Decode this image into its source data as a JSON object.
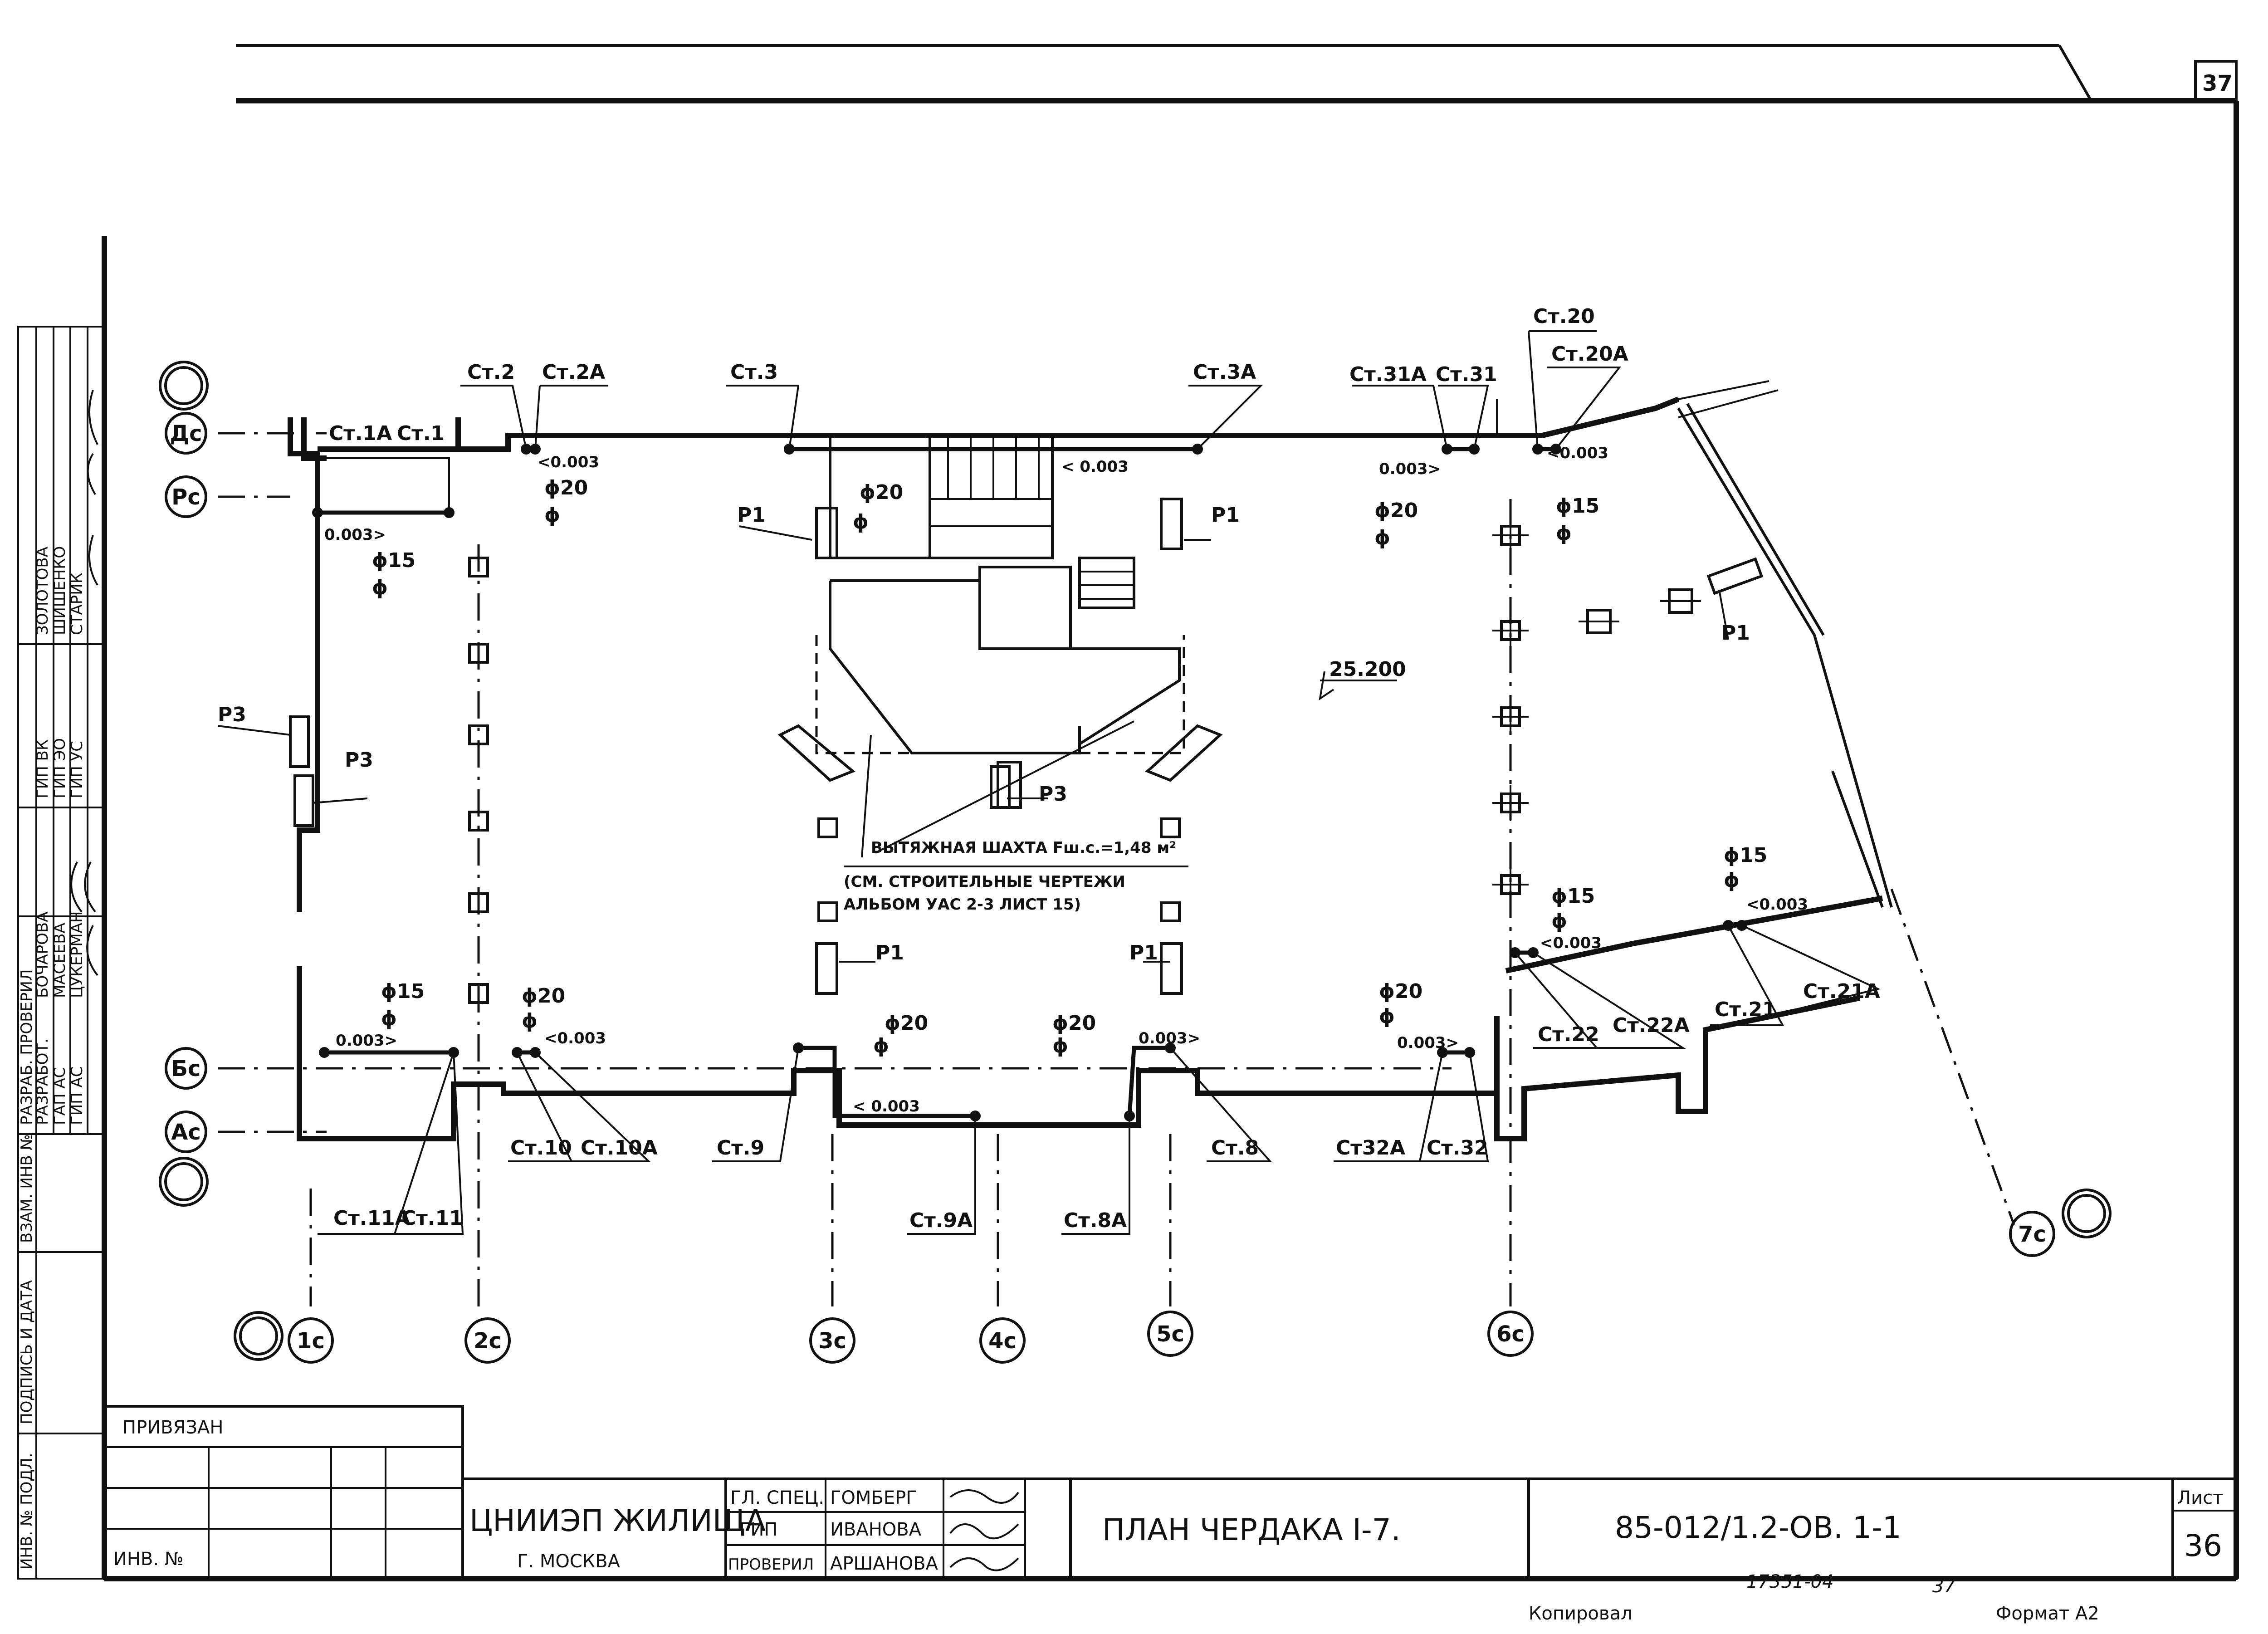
{
  "sheet": {
    "top_number": "37",
    "sheet_label": "Лист",
    "sheet_number": "36"
  },
  "axes": {
    "letters": [
      "Дс",
      "Рс",
      "Бс",
      "Ас"
    ],
    "numbers": [
      "1с",
      "2с",
      "3с",
      "4с",
      "5с",
      "6с",
      "7с"
    ]
  },
  "risers": {
    "st1a": "Ст.1А",
    "st1": "Ст.1",
    "st2": "Ст.2",
    "st2a": "Ст.2А",
    "st3": "Ст.3",
    "st3a": "Ст.3А",
    "st31a": "Ст.31А",
    "st31": "Ст.31",
    "st20": "Ст.20",
    "st20a": "Ст.20А",
    "st11a": "Ст.11А",
    "st11": "Ст.11",
    "st10": "Ст.10",
    "st10a": "Ст.10А",
    "st9": "Ст.9",
    "st9a": "Ст.9А",
    "st8a": "Ст.8А",
    "st8": "Ст.8",
    "st32a": "Ст32А",
    "st32": "Ст.32",
    "st22": "Ст.22",
    "st22a": "Ст.22А",
    "st21": "Ст.21",
    "st21a": "Ст.21А"
  },
  "pipes": {
    "d15": "ϕ15",
    "d20": "ϕ20",
    "phi": "ϕ"
  },
  "slopes": {
    "s1": "0.003>",
    "s2": "<0.003",
    "s3": "< 0.003",
    "s4": "0.003>",
    "s5": "<0.003",
    "s6": "0.003>",
    "s7": "<0.003",
    "s8": "< 0.003",
    "s9": "0.003>",
    "s10": "0.003>",
    "s11": "<0.003",
    "s12": "<0.003"
  },
  "equipment": {
    "p1": "Р1",
    "p3": "Р3"
  },
  "level_mark": "25.200",
  "shaft_note": {
    "line1": "ВЫТЯЖНАЯ ШАХТА Fш.с.=1,48 м²",
    "line2": "(СМ. СТРОИТЕЛЬНЫЕ ЧЕРТЕЖИ",
    "line3": "АЛЬБОМ УАС 2-3 ЛИСТ 15)"
  },
  "side_stamp": {
    "roles_a": [
      "ГИП ВК",
      "ГИП ЭО",
      "ГИП УС"
    ],
    "names_a": [
      "ЗОЛОТОВА",
      "ШИШЕНКО",
      "СТАРИК"
    ],
    "header": "РАЗРАБ. ПРОВЕРИЛ",
    "roles_b": [
      "РАЗРАБОТ.",
      "ГАП АС",
      "ГИП АС"
    ],
    "names_b": [
      "БОЧАРОВА",
      "МАСЕЕВА",
      "ЦУКЕРМАН"
    ],
    "col_labels": [
      "ИНВ. № ПОДЛ.",
      "ПОДПИСЬ И ДАТА",
      "ВЗАМ. ИНВ №"
    ]
  },
  "title_block": {
    "attached": "ПРИВЯЗАН",
    "inv_no": "ИНВ. №",
    "org_line1": "ЦНИИЭП ЖИЛИЩА",
    "org_line2": "Г. МОСКВА",
    "roles": [
      "ГЛ. СПЕЦ.",
      "ГИП",
      "ПРОВЕРИЛ"
    ],
    "names": [
      "ГОМБЕРГ",
      "ИВАНОВА",
      "АРШАНОВА"
    ],
    "drawing_title": "ПЛАН ЧЕРДАКА  I-7.",
    "drawing_code": "85-012/1.2-ОВ. 1-1"
  },
  "footer": {
    "copied": "Копировал",
    "stamp_no": "17351-04",
    "page": "37",
    "format": "Формат А2"
  }
}
